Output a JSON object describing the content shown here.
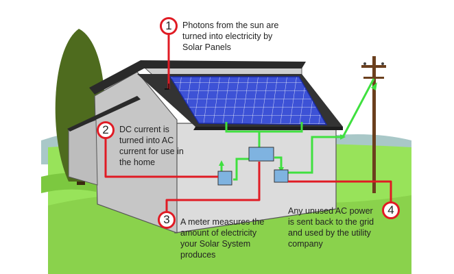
{
  "colors": {
    "callout_line": "#e01b24",
    "flow_arrow": "#33dd33",
    "panel": "#3a4fd0",
    "house_wall": "#d6d6d6",
    "roof": "#2e2e2e",
    "grass": "#8fe04a",
    "tree": "#4d6a1c"
  },
  "callouts": [
    {
      "number": "1",
      "text": "Photons from the sun are\nturned into electricity by\nSolar Panels"
    },
    {
      "number": "2",
      "text": "DC current is\nturned into AC\ncurrent for use in\nthe home"
    },
    {
      "number": "3",
      "text": "A meter measures the\namount of electricity\nyour Solar System\nproduces"
    },
    {
      "number": "4",
      "text": "Any unused AC power\nis sent back to the grid\nand used by the utility\ncompany"
    }
  ]
}
